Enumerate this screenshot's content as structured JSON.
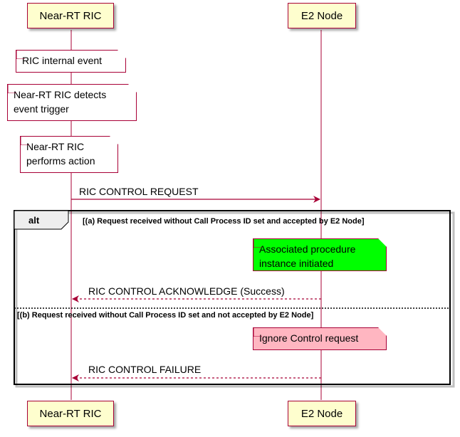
{
  "participants": {
    "ric": "Near-RT RIC",
    "e2": "E2 Node"
  },
  "notes": {
    "internal_event": {
      "lines": [
        "RIC internal event"
      ],
      "color": "#ffffff"
    },
    "detects_trigger": {
      "lines": [
        "Near-RT RIC detects",
        "event trigger"
      ],
      "color": "#ffffff"
    },
    "performs_action": {
      "lines": [
        "Near-RT RIC",
        "performs action"
      ],
      "color": "#ffffff"
    },
    "procedure_initiated": {
      "lines": [
        "Associated procedure",
        "instance initiated"
      ],
      "color": "#00ff00"
    },
    "ignore_request": {
      "lines": [
        "Ignore Control request"
      ],
      "color": "#ffb6c1"
    }
  },
  "messages": {
    "control_request": "RIC CONTROL REQUEST",
    "control_ack": "RIC CONTROL ACKNOWLEDGE (Success)",
    "control_failure": "RIC CONTROL FAILURE"
  },
  "alt": {
    "tag": "alt",
    "guard_a": "[(a) Request received without Call Process ID set and accepted by E2 Node]",
    "guard_b": "[(b) Request received without Call Process ID set and not accepted by E2 Node]"
  },
  "colors": {
    "accent": "#a80036",
    "participant_fill": "#fefece"
  }
}
